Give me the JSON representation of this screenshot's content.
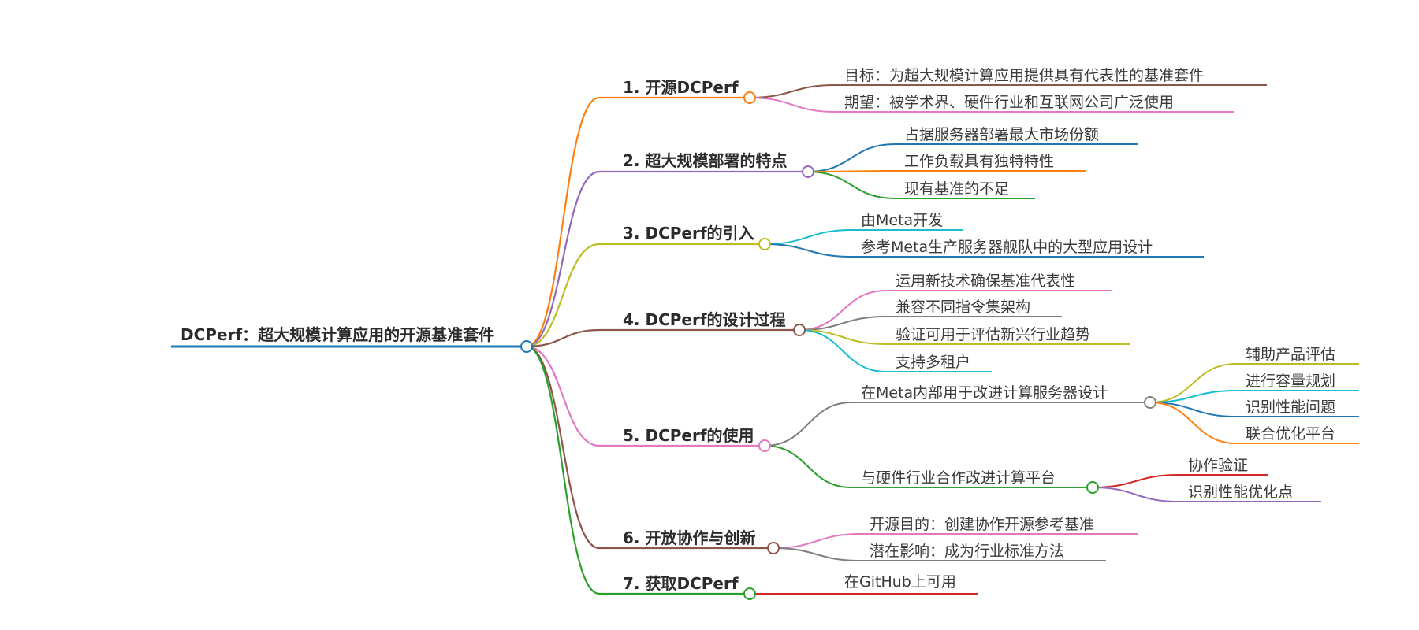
{
  "root": {
    "label": "DCPerf：超大规模计算应用的开源基准套件",
    "color": "#1f77b4"
  },
  "branches": [
    {
      "label": "1. 开源DCPerf",
      "color": "#ff7f0e",
      "children": [
        {
          "label": "目标：为超大规模计算应用提供具有代表性的基准套件",
          "color": "#8c564b"
        },
        {
          "label": "期望：被学术界、硬件行业和互联网公司广泛使用",
          "color": "#e377c2"
        }
      ]
    },
    {
      "label": "2. 超大规模部署的特点",
      "color": "#9467bd",
      "children": [
        {
          "label": "占据服务器部署最大市场份额",
          "color": "#1f77b4"
        },
        {
          "label": "工作负载具有独特特性",
          "color": "#ff7f0e"
        },
        {
          "label": "现有基准的不足",
          "color": "#2ca02c"
        }
      ]
    },
    {
      "label": "3. DCPerf的引入",
      "color": "#bcbd22",
      "children": [
        {
          "label": "由Meta开发",
          "color": "#17becf"
        },
        {
          "label": "参考Meta生产服务器舰队中的大型应用设计",
          "color": "#1f77b4"
        }
      ]
    },
    {
      "label": "4. DCPerf的设计过程",
      "color": "#8c564b",
      "children": [
        {
          "label": "运用新技术确保基准代表性",
          "color": "#e377c2"
        },
        {
          "label": "兼容不同指令集架构",
          "color": "#7f7f7f"
        },
        {
          "label": "验证可用于评估新兴行业趋势",
          "color": "#bcbd22"
        },
        {
          "label": "支持多租户",
          "color": "#17becf"
        }
      ]
    },
    {
      "label": "5. DCPerf的使用",
      "color": "#e377c2",
      "children": [
        {
          "label": "在Meta内部用于改进计算服务器设计",
          "color": "#7f7f7f",
          "children": [
            {
              "label": "辅助产品评估",
              "color": "#bcbd22"
            },
            {
              "label": "进行容量规划",
              "color": "#17becf"
            },
            {
              "label": "识别性能问题",
              "color": "#1f77b4"
            },
            {
              "label": "联合优化平台",
              "color": "#ff7f0e"
            }
          ]
        },
        {
          "label": "与硬件行业合作改进计算平台",
          "color": "#2ca02c",
          "children": [
            {
              "label": "协作验证",
              "color": "#d62728"
            },
            {
              "label": "识别性能优化点",
              "color": "#9467bd"
            }
          ]
        }
      ]
    },
    {
      "label": "6. 开放协作与创新",
      "color": "#8c564b",
      "children": [
        {
          "label": "开源目的：创建协作开源参考基准",
          "color": "#e377c2"
        },
        {
          "label": "潜在影响：成为行业标准方法",
          "color": "#7f7f7f"
        }
      ]
    },
    {
      "label": "7. 获取DCPerf",
      "color": "#2ca02c",
      "children": [
        {
          "label": "在GitHub上可用",
          "color": "#d62728"
        }
      ]
    }
  ]
}
